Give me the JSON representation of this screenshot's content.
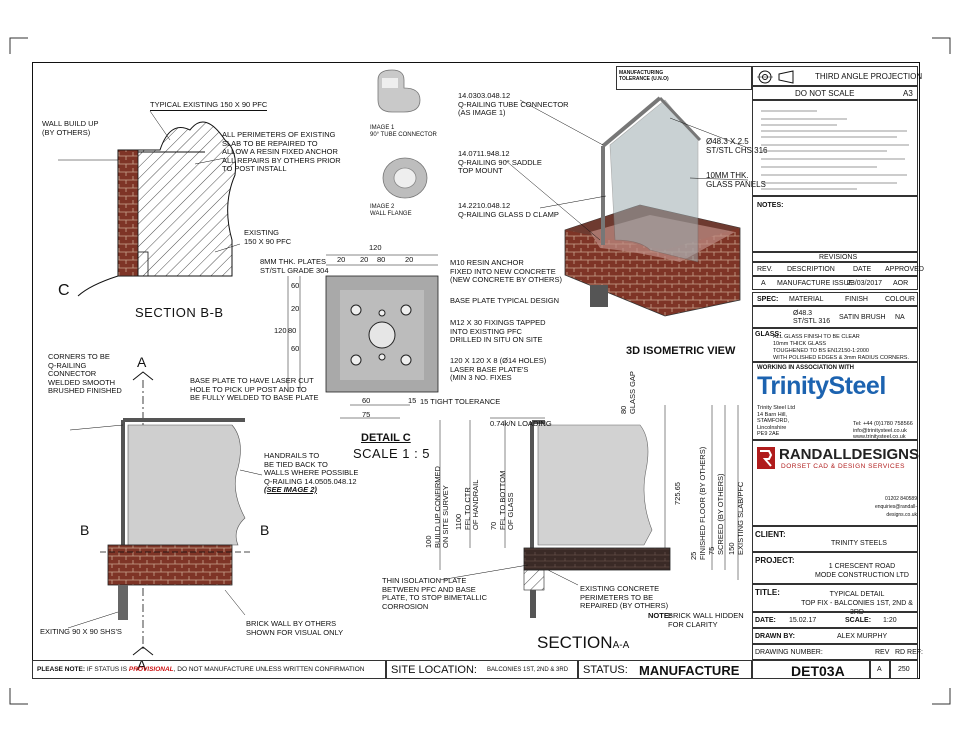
{
  "sheet": {
    "tolerance_title": "MANUFACTURING TOLERANCE (U.N.O)",
    "projection": "THIRD ANGLE PROJECTION",
    "do_not_scale": "DO NOT SCALE",
    "size": "A3"
  },
  "section_bb": {
    "title": "SECTION B-B",
    "marker": "C",
    "labels": {
      "wall_build_up": "WALL BUILD UP\n(BY OTHERS)",
      "typical_pfc": "TYPICAL EXISTING 150 X 90 PFC",
      "perimeters": "ALL PERIMETERS OF EXISTING\nSLAB TO BE REPAIRED TO\nALLOW A RESIN FIXED ANCHOR\nALL REPAIRS BY OTHERS PRIOR\nTO POST INSTALL",
      "existing_pfc": "EXISTING\n150 X 90 PFC"
    }
  },
  "images": {
    "image1": "IMAGE 1\n90° TUBE CONNECTOR",
    "image2": "IMAGE 2\nWALL FLANGE"
  },
  "iso_view": {
    "title": "3D ISOMETRIC VIEW",
    "labels": {
      "tube_connector": "14.0303.048.12\nQ-RAILING TUBE CONNECTOR\n(AS IMAGE 1)",
      "saddle": "14.0711.948.12\nQ-RAILING 90° SADDLE\nTOP MOUNT",
      "clamp": "14.2210.048.12\nQ-RAILING GLASS D CLAMP",
      "chs": "Ø48.3 X 2.5\nST/STL CHS 316",
      "glass": "10mm THK.\nGLASS PANELS"
    }
  },
  "detail_c": {
    "title": "DETAIL C",
    "scale": "SCALE 1 : 5",
    "dims": [
      "120",
      "20",
      "80",
      "20",
      "20",
      "60",
      "60",
      "120",
      "80",
      "20",
      "60",
      "15",
      "75"
    ],
    "labels": {
      "plates": "8mm THK. PLATES\nST/STL GRADE 304",
      "anchor": "M10 RESIN ANCHOR\nFIXED INTO NEW CONCRETE\n(NEW CONCRETE BY OTHERS)",
      "base_design": "BASE PLATE TYPICAL DESIGN",
      "fixings": "M12 X 30 FIXINGS TAPPED\nINTO EXISTING PFC\nDRILLED IN SITU ON SITE",
      "plates_holes": "120 X 120 X 8 (Ø14 HOLES)\nLASER BASE PLATE'S\n(MIN 3 No. FIXES",
      "laser_cut": "BASE PLATE TO HAVE LASER CUT\nHOLE TO PICK UP POST AND TO\nBE FULLY WELDED TO BASE PLATE",
      "tolerance": "15 TIGHT TOLERANCE"
    }
  },
  "section_left": {
    "marker_a": "A",
    "marker_b": "B",
    "labels": {
      "corners": "CORNERS TO BE\nQ-RAILING\nCONNECTOR\nWELDED SMOOTH\nBRUSHED FINISHED",
      "handrails": "HANDRAILS TO\nBE TIED BACK TO\nWALLS WHERE POSSIBLE\nQ-RAILING 14.0505.048.12",
      "see_image": "(SEE IMAGE 2)",
      "brick_wall": "BRICK WALL BY OTHERS\nSHOWN FOR VISUAL ONLY",
      "shs": "EXITING 90 X 90 SHS'S"
    }
  },
  "section_aa": {
    "title": "SECTION",
    "title_sub": "A-A",
    "dims": {
      "loading": "0.74k/N LOADING",
      "gap": "80\nGLASS GAP",
      "d100": "100\nBUILD UP CONFIRMED\nON SITE SURVEY",
      "d1100": "1100\nFFL TO CTR\nOF HANDRAIL",
      "d70": "70\nFFL TO BOTTOM\nOF GLASS",
      "d725": "725.65",
      "d25": "25\nFINISHED FLOOR (BY OTHERS)",
      "d75": "75\nSCREED (BY OTHERS)",
      "d150": "150\nEXISTING SLAB/PFC"
    },
    "labels": {
      "isolation": "THIN ISOLATION PLATE\nBETWEEN PFC AND BASE\nPLATE, TO STOP BIMETALLIC\nCORROSION",
      "concrete": "EXISTING CONCRETE\nPERIMETERS TO BE\nREPAIRED (BY OTHERS)",
      "note_label": "NOTE:",
      "note_text": "BRICK WALL HIDDEN\nFOR CLARITY"
    }
  },
  "bottom_bar": {
    "note_label": "PLEASE NOTE:",
    "note_pre": " IF STATUS IS ",
    "note_status": "PROVISIONAL",
    "note_post": ", DO NOT MANUFACTURE UNLESS WRITTEN CONFIRMATION",
    "site_location_label": "SITE LOCATION:",
    "site_location": "BALCONIES 1ST, 2ND & 3RD",
    "status_label": "STATUS:",
    "status": "MANUFACTURE",
    "drawing_number": "DET03A",
    "rev": "A",
    "rd_ref": "250"
  },
  "title_block": {
    "notes_label": "NOTES:",
    "revisions_title": "REVISIONS",
    "rev_headers": [
      "REV.",
      "DESCRIPTION",
      "DATE",
      "APPROVED"
    ],
    "rev_row": [
      "A",
      "MANUFACTURE ISSUE",
      "23/03/2017",
      "AOR"
    ],
    "spec_headers": [
      "SPEC:",
      "MATERIAL",
      "FINISH",
      "COLOUR"
    ],
    "spec_row": [
      "Ø48.3\nST/STL 316",
      "SATIN BRUSH",
      "NA"
    ],
    "glass_label": "GLASS:",
    "glass_text": "ALL GLASS FINISH TO BE CLEAR\n10mm THICK GLASS\nTOUGHENED TO BS EN12150-1:2000\nWITH POLISHED EDGES & 3mm RADIUS CORNERS.",
    "assoc": "WORKING IN ASSOCIATION WITH",
    "trinity_logo": "TrinitySteel",
    "trinity_address": "Trinity Steel Ltd\n14 Barn Hill,\nSTAMFORD,\nLincolnshire\nPE9 2AE",
    "trinity_contact": "Tel: +44 (0)1780 758566\ninfo@trinitysteel.co.uk\nwww.trinitysteel.co.uk",
    "randall_logo": "RANDALLDESIGNS",
    "randall_sub": "DORSET CAD & DESIGN SERVICES",
    "randall_contact": "01202 840589\nenquiries@randall-designs.co.uk",
    "client_label": "CLIENT:",
    "client": "TRINITY STEELS",
    "project_label": "PROJECT:",
    "project": "1 CRESCENT ROAD\nMODE CONSTRUCTION LTD",
    "title_label": "TITLE:",
    "title": "TYPICAL DETAIL\nTOP FIX - BALCONIES 1ST, 2ND & 3RD",
    "date_label": "DATE:",
    "date": "15.02.17",
    "scale_label": "SCALE:",
    "scale": "1:20",
    "drawn_label": "DRAWN BY:",
    "drawn": "ALEX MURPHY",
    "drawing_no_label": "DRAWING NUMBER:",
    "rev_label": "REV",
    "rdref_label": "RD REF:"
  },
  "colors": {
    "brick": "#8a3b2c",
    "glass": "#d9d9d9",
    "trinity_blue": "#1c63b0",
    "randall_red": "#b01c1c",
    "provisional_red": "#cc1111"
  }
}
